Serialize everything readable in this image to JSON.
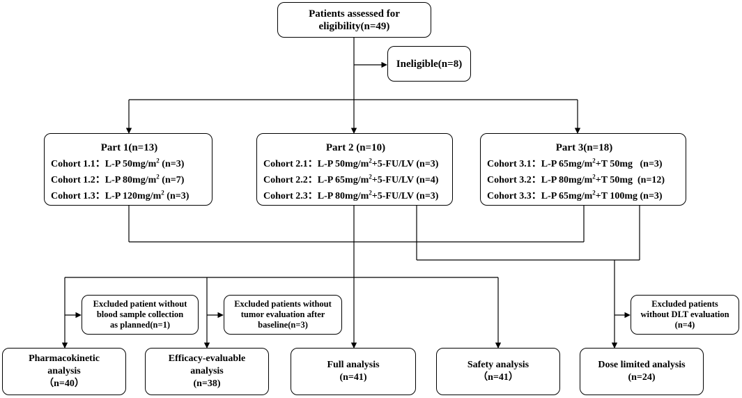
{
  "assessed": {
    "line1": "Patients assessed for",
    "line2": "eligibility(n=49)"
  },
  "ineligible": "Ineligible(n=8)",
  "parts": [
    {
      "title": "Part 1(n=13)",
      "cohorts": [
        {
          "label": "Cohort 1.1：",
          "dose": "L-P 50mg/m",
          "sup": "2",
          "rest": " (n=3)"
        },
        {
          "label": "Cohort 1.2：",
          "dose": "L-P 80mg/m",
          "sup": "2",
          "rest": " (n=7)"
        },
        {
          "label": "Cohort 1.3：",
          "dose": "L-P 120mg/m",
          "sup": "2",
          "rest": " (n=3)"
        }
      ]
    },
    {
      "title": "Part 2 (n=10)",
      "cohorts": [
        {
          "label": "Cohort 2.1：",
          "dose": "L-P 50mg/m",
          "sup": "2",
          "rest": "+5-FU/LV (n=3)"
        },
        {
          "label": "Cohort 2.2：",
          "dose": "L-P 65mg/m",
          "sup": "2",
          "rest": "+5-FU/LV (n=4)"
        },
        {
          "label": "Cohort 2.3：",
          "dose": "L-P 80mg/m",
          "sup": "2",
          "rest": "+5-FU/LV (n=3)"
        }
      ]
    },
    {
      "title": "Part 3(n=18)",
      "cohorts": [
        {
          "label": "Cohort 3.1：",
          "dose": "L-P 65mg/m",
          "sup": "2",
          "rest": "+T 50mg   (n=3)"
        },
        {
          "label": "Cohort 3.2：",
          "dose": "L-P 80mg/m",
          "sup": "2",
          "rest": "+T 50mg  (n=12)"
        },
        {
          "label": "Cohort 3.3：",
          "dose": "L-P 65mg/m",
          "sup": "2",
          "rest": "+T 100mg (n=3)"
        }
      ]
    }
  ],
  "excluded": {
    "pk": {
      "line1": "Excluded patient without",
      "line2": "blood sample collection",
      "line3": "as planned(n=1)"
    },
    "efficacy": {
      "line1": "Excluded patients without",
      "line2": "tumor evaluation after",
      "line3": "baseline(n=3)"
    },
    "dlt": {
      "line1": "Excluded patients",
      "line2": "without DLT evaluation",
      "line3": "(n=4)"
    }
  },
  "outcomes": {
    "pk": {
      "line1": "Pharmacokinetic",
      "line2": "analysis",
      "line3": "（n=40）"
    },
    "efficacy": {
      "line1": "Efficacy-evaluable",
      "line2": "analysis",
      "line3": "(n=38)"
    },
    "full": {
      "line1": "Full analysis",
      "line2": "(n=41)"
    },
    "safety": {
      "line1": "Safety analysis",
      "line2": "（n=41）"
    },
    "dose": {
      "line1": "Dose limited analysis",
      "line2": "(n=24)"
    }
  }
}
